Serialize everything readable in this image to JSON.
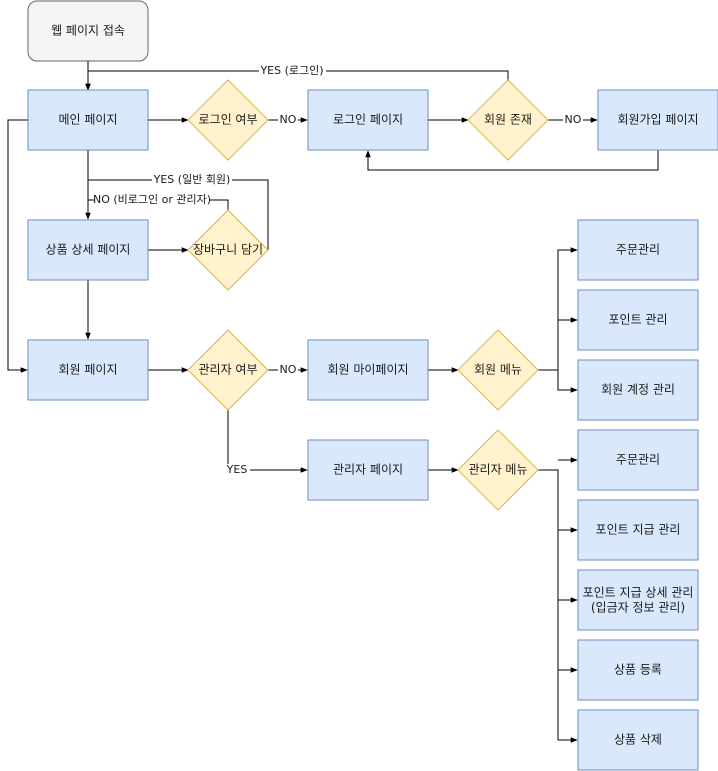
{
  "nodes": {
    "start": "웹 페이지 접속",
    "main_page": "메인 페이지",
    "login_check": "로그인 여부",
    "login_page": "로그인 페이지",
    "member_exists": "회원 존재",
    "signup_page": "회원가입 페이지",
    "product_detail": "상품 상세 페이지",
    "add_cart": "장바구니 담기",
    "member_page": "회원 페이지",
    "admin_check": "관리자 여부",
    "my_page": "회원 마이페이지",
    "member_menu": "회원 메뉴",
    "admin_page": "관리자 페이지",
    "admin_menu": "관리자 메뉴",
    "m_order": "주문관리",
    "m_point": "포인트 관리",
    "m_account": "회원 계정 관리",
    "a_order": "주문관리",
    "a_point_pay": "포인트 지급 관리",
    "a_point_detail_1": "포인트 지급 상세 관리",
    "a_point_detail_2": "(입금자 정보 관리)",
    "a_product_add": "상품 등록",
    "a_product_del": "상품 삭제"
  },
  "edge_labels": {
    "yes_login": "YES (로그인)",
    "no_login": "NO",
    "no_member": "NO",
    "yes_general": "YES (일반 회원)",
    "no_guest_admin": "NO (비로그인 or 관리자)",
    "no_admin": "NO",
    "yes_admin": "YES"
  }
}
